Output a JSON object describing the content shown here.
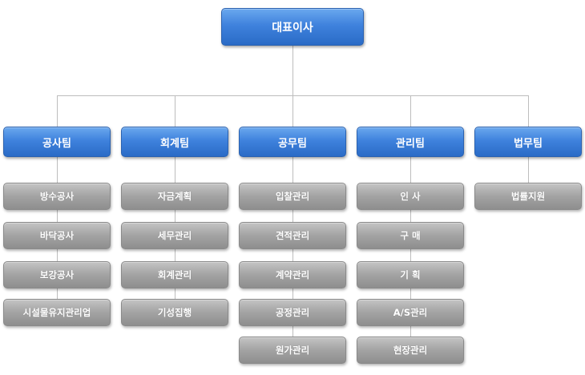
{
  "chart": {
    "root": "대표이사",
    "teams": [
      {
        "name": "공사팀",
        "items": [
          "방수공사",
          "바닥공사",
          "보강공사",
          "시설물유지관리업"
        ]
      },
      {
        "name": "회계팀",
        "items": [
          "자금계획",
          "세무관리",
          "회계관리",
          "기성집행"
        ]
      },
      {
        "name": "공무팀",
        "items": [
          "입찰관리",
          "견적관리",
          "계약관리",
          "공정관리",
          "원가관리"
        ]
      },
      {
        "name": "관리팀",
        "items": [
          "인 사",
          "구 매",
          "기 획",
          "A/S관리",
          "현장관리"
        ]
      },
      {
        "name": "법무팀",
        "items": [
          "법률지원"
        ]
      }
    ]
  }
}
